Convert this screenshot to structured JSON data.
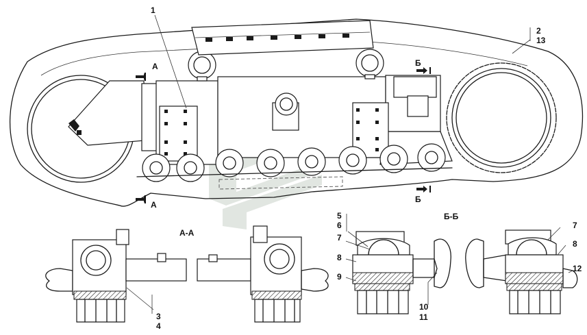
{
  "callouts": {
    "c1": "1",
    "c2": "2",
    "c3": "3",
    "c4": "4",
    "c5": "5",
    "c6": "6",
    "c7a": "7",
    "c7b": "7",
    "c8a": "8",
    "c8b": "8",
    "c9": "9",
    "c10": "10",
    "c11": "11",
    "c12": "12",
    "c13": "13"
  },
  "section_marks": {
    "a_top": "А",
    "a_bottom": "А",
    "b_top": "Б",
    "b_bottom": "Б"
  },
  "section_titles": {
    "aa": "А-А",
    "bb": "Б-Б"
  }
}
